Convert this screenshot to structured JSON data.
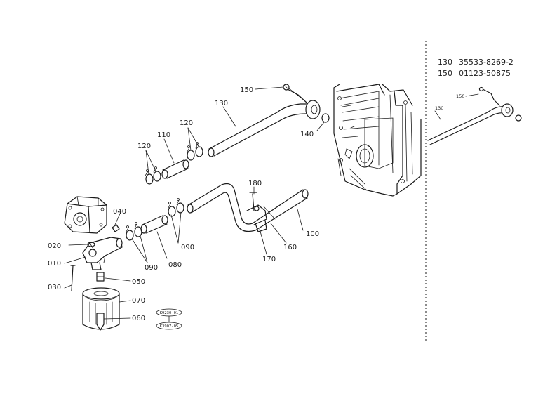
{
  "callouts": {
    "p010": "010",
    "p020": "020",
    "p030": "030",
    "p040": "040",
    "p050": "050",
    "p060": "060",
    "p070": "070",
    "p080": "080",
    "p090a": "090",
    "p090b": "090",
    "p100": "100",
    "p110": "110",
    "p120a": "120",
    "p120b": "120",
    "p130": "130",
    "p140": "140",
    "p150": "150",
    "p160": "160",
    "p170": "170",
    "p180": "180"
  },
  "inset": {
    "p130": "130",
    "p150": "150"
  },
  "legend": [
    {
      "item": "130",
      "part": "35533-8269-2"
    },
    {
      "item": "150",
      "part": "01123-50875"
    }
  ],
  "stamps": {
    "top": "K9230-01",
    "bottom": "K3907-05"
  }
}
